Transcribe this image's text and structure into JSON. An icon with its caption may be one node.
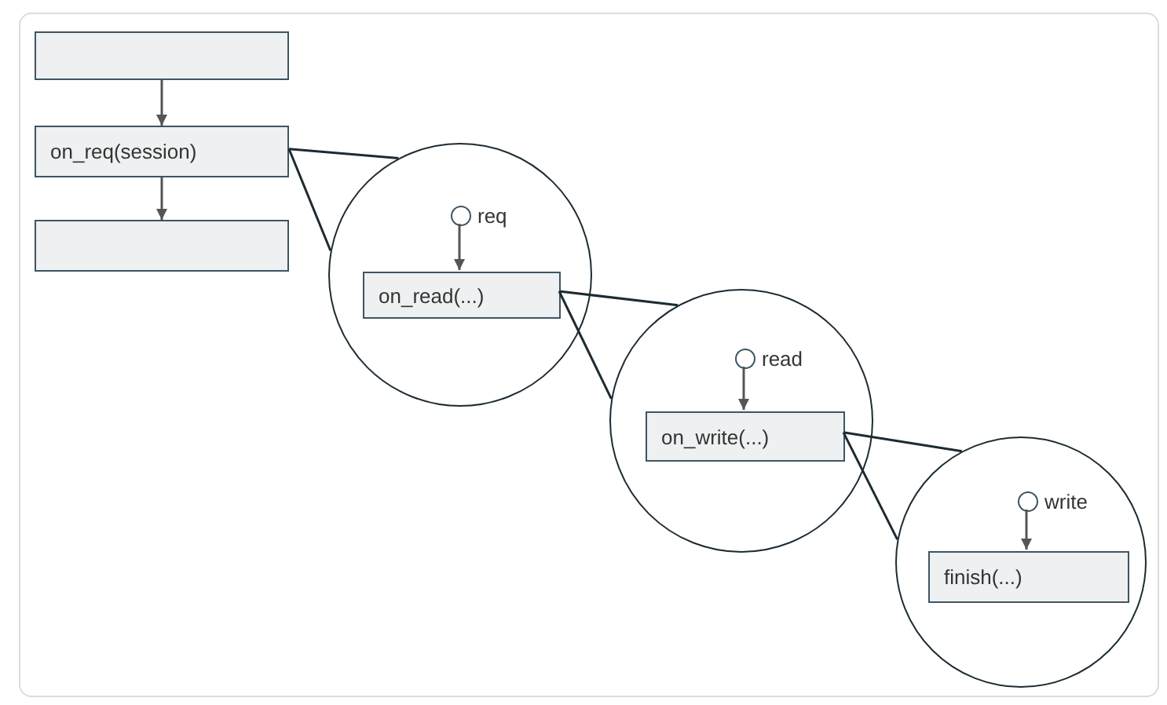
{
  "diagram": {
    "nodes": [
      {
        "text": [],
        "shape": "box"
      },
      {
        "text": [
          "on_req(session)"
        ]
      },
      {
        "text": [],
        "shape": "box"
      },
      {
        "text": [],
        "shape": "circle"
      },
      {
        "text": [
          "req"
        ],
        "in": 3
      },
      {
        "text": [
          "on_read(...)"
        ],
        "in": 3
      },
      {
        "text": [],
        "shape": "circle"
      },
      {
        "text": [
          "read"
        ],
        "in": 6
      },
      {
        "text": [
          "on_write(...)"
        ],
        "in": 6
      },
      {
        "text": [],
        "shape": "circle"
      },
      {
        "text": [
          "write"
        ],
        "in": 9
      },
      {
        "text": [
          "finish(...)"
        ],
        "in": 9
      }
    ],
    "edges": [
      {
        "from": 0,
        "to": 1,
        "arrow": "to"
      },
      {
        "from": 1,
        "to": 2,
        "arrow": "to"
      },
      {
        "from": 1,
        "to": 3,
        "arrow": "none"
      },
      {
        "from": 4,
        "to": 5,
        "arrow": "to"
      },
      {
        "from": 5,
        "to": 6,
        "arrow": "none"
      },
      {
        "from": 7,
        "to": 8,
        "arrow": "to"
      },
      {
        "from": 8,
        "to": 9,
        "arrow": "none"
      },
      {
        "from": 10,
        "to": 11,
        "arrow": "to"
      }
    ]
  }
}
